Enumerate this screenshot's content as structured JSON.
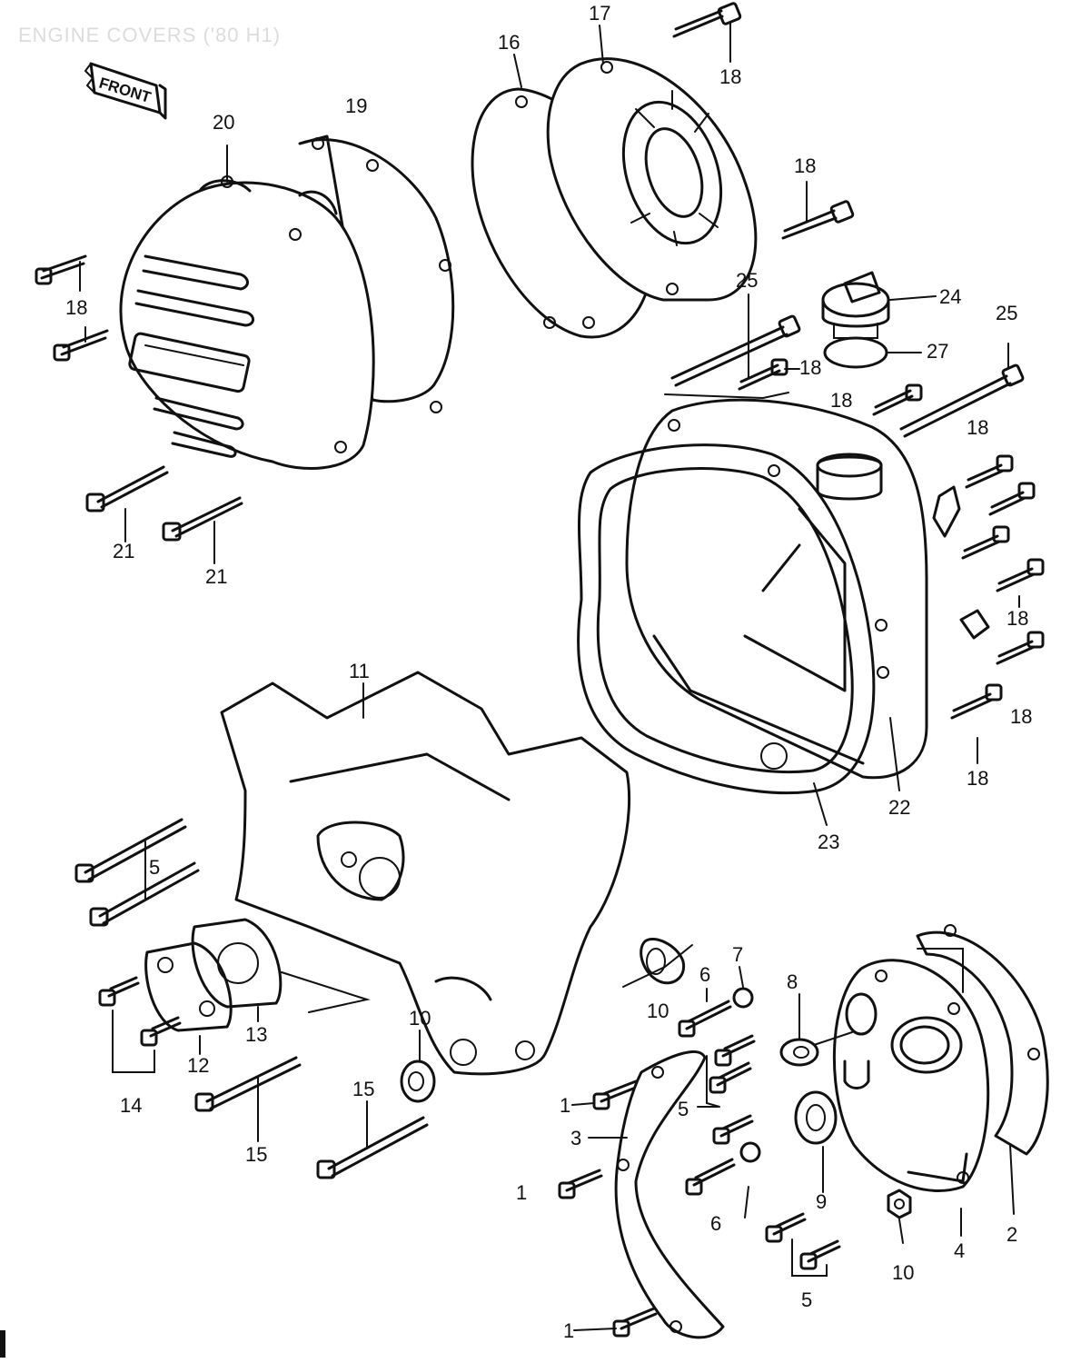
{
  "title": "ENGINE COVERS ('80 H1)",
  "front_tag": "FRONT",
  "callouts": [
    {
      "id": "c17a",
      "text": "17"
    },
    {
      "id": "c18a",
      "text": "18"
    },
    {
      "id": "c16",
      "text": "16"
    },
    {
      "id": "c20",
      "text": "20"
    },
    {
      "id": "c19",
      "text": "19"
    },
    {
      "id": "c18b",
      "text": "18"
    },
    {
      "id": "c18c",
      "text": "18"
    },
    {
      "id": "c25a",
      "text": "25"
    },
    {
      "id": "c24",
      "text": "24"
    },
    {
      "id": "c25b",
      "text": "25"
    },
    {
      "id": "c18d",
      "text": "18"
    },
    {
      "id": "c27",
      "text": "27"
    },
    {
      "id": "c18e",
      "text": "18"
    },
    {
      "id": "c18f",
      "text": "18"
    },
    {
      "id": "c21a",
      "text": "21"
    },
    {
      "id": "c21b",
      "text": "21"
    },
    {
      "id": "c18g",
      "text": "18"
    },
    {
      "id": "c18h",
      "text": "18"
    },
    {
      "id": "c18i",
      "text": "18"
    },
    {
      "id": "c11",
      "text": "11"
    },
    {
      "id": "c22",
      "text": "22"
    },
    {
      "id": "c23",
      "text": "23"
    },
    {
      "id": "c5a",
      "text": "5"
    },
    {
      "id": "c7",
      "text": "7"
    },
    {
      "id": "c6a",
      "text": "6"
    },
    {
      "id": "c8",
      "text": "8"
    },
    {
      "id": "c10a",
      "text": "10"
    },
    {
      "id": "c13",
      "text": "13"
    },
    {
      "id": "c10b",
      "text": "10"
    },
    {
      "id": "c12",
      "text": "12"
    },
    {
      "id": "c14",
      "text": "14"
    },
    {
      "id": "c15a",
      "text": "15"
    },
    {
      "id": "c15b",
      "text": "15"
    },
    {
      "id": "c1a",
      "text": "1"
    },
    {
      "id": "c3",
      "text": "3"
    },
    {
      "id": "c5b",
      "text": "5"
    },
    {
      "id": "c1b",
      "text": "1"
    },
    {
      "id": "c6b",
      "text": "6"
    },
    {
      "id": "c9",
      "text": "9"
    },
    {
      "id": "c2",
      "text": "2"
    },
    {
      "id": "c4",
      "text": "4"
    },
    {
      "id": "c10c",
      "text": "10"
    },
    {
      "id": "c1c",
      "text": "1"
    },
    {
      "id": "c5c",
      "text": "5"
    }
  ]
}
